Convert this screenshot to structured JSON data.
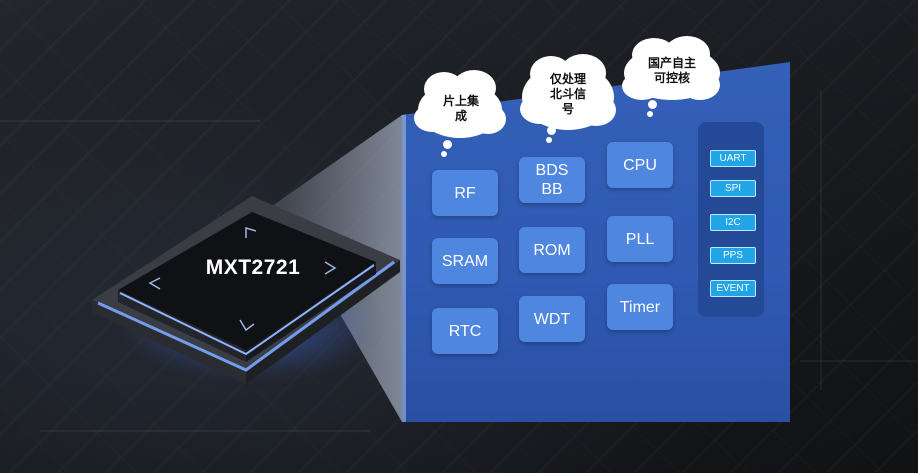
{
  "chip": {
    "label": "MXT2721"
  },
  "bubbles": [
    {
      "text": "片上集\n成"
    },
    {
      "text": "仅处理\n北斗信\n号"
    },
    {
      "text": "国产自主\n可控核"
    }
  ],
  "blocks": [
    {
      "label": "RF"
    },
    {
      "label": "BDS\nBB"
    },
    {
      "label": "CPU"
    },
    {
      "label": "SRAM"
    },
    {
      "label": "ROM"
    },
    {
      "label": "PLL"
    },
    {
      "label": "RTC"
    },
    {
      "label": "WDT"
    },
    {
      "label": "Timer"
    }
  ],
  "interfaces": [
    "UART",
    "SPI",
    "I2C",
    "PPS",
    "EVENT"
  ],
  "colors": {
    "panel": "#2f59b2",
    "block": "#4f86df",
    "interface_pill": "#22a5e6",
    "chip_glow": "#4678ff"
  }
}
